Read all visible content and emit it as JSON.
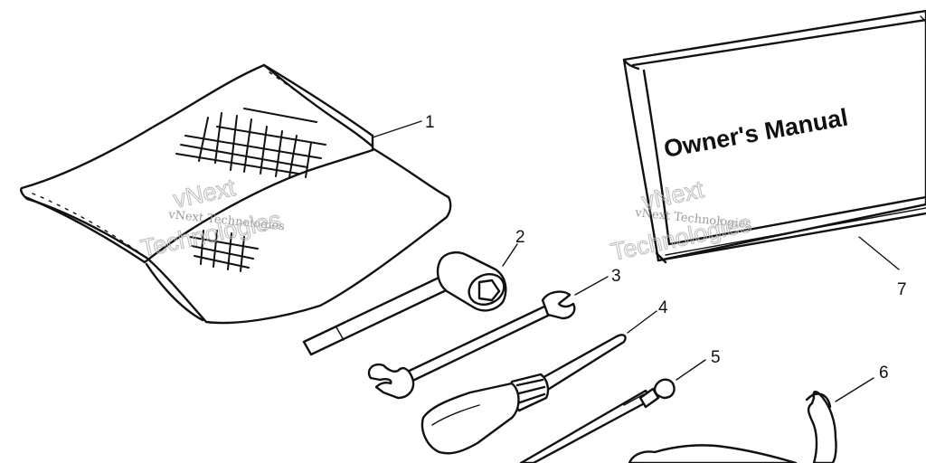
{
  "diagram": {
    "callouts": [
      {
        "number": "1",
        "part": "tool-pouch"
      },
      {
        "number": "2",
        "part": "spark-plug-wrench"
      },
      {
        "number": "3",
        "part": "open-end-wrench"
      },
      {
        "number": "4",
        "part": "screwdriver"
      },
      {
        "number": "5",
        "part": "extension-bar"
      },
      {
        "number": "6",
        "part": "hook-spanner"
      },
      {
        "number": "7",
        "part": "owners-manual"
      }
    ],
    "manual_cover_text": "Owner's Manual",
    "watermarks": [
      {
        "line1": "vNext Technologies",
        "line2": "vNext",
        "line3": "Technologies"
      },
      {
        "line1": "vNext Technologies",
        "line2": "vNext",
        "line3": "Technologies"
      }
    ]
  }
}
